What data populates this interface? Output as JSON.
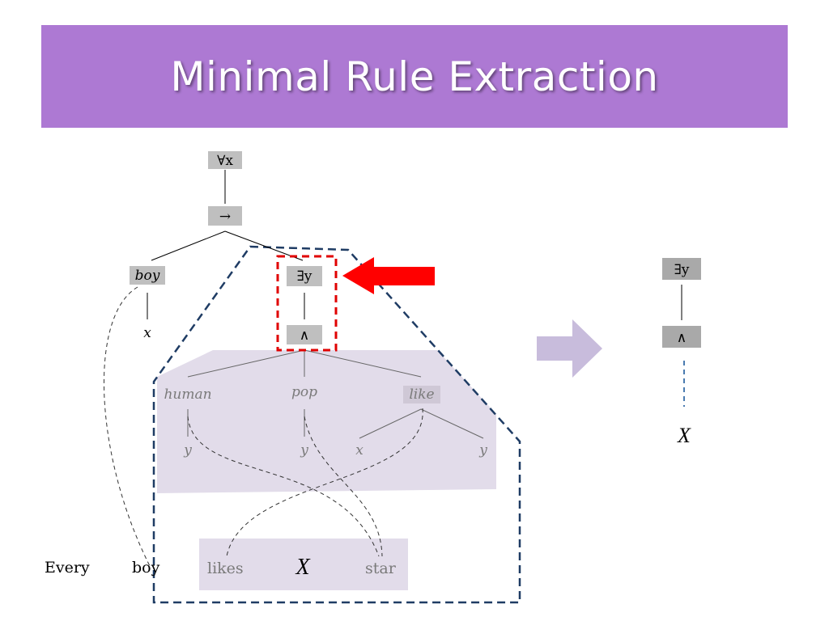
{
  "title": "Minimal Rule Extraction",
  "tree": {
    "forall": "∀x",
    "implies": "→",
    "boy": "boy",
    "x_under_boy": "x",
    "exists": "∃y",
    "and": "∧",
    "human": "human",
    "pop": "pop",
    "like": "like",
    "y_human": "y",
    "y_pop": "y",
    "x_like": "x",
    "y_like": "y"
  },
  "sentence": {
    "w1": "Every",
    "w2": "boy",
    "w3": "likes",
    "w4": "X",
    "w5": "star"
  },
  "rule": {
    "exists": "∃y",
    "and": "∧",
    "var": "X"
  },
  "colors": {
    "title_bg": "#ad79d3",
    "highlight_shade": "#e2dcea",
    "selection_box": "#e00000",
    "fragment_outline": "#1f3c64",
    "arrow_red": "#ff0000",
    "arrow_lavender": "#c8bcdc",
    "rule_edge": "#4a7bb0"
  }
}
